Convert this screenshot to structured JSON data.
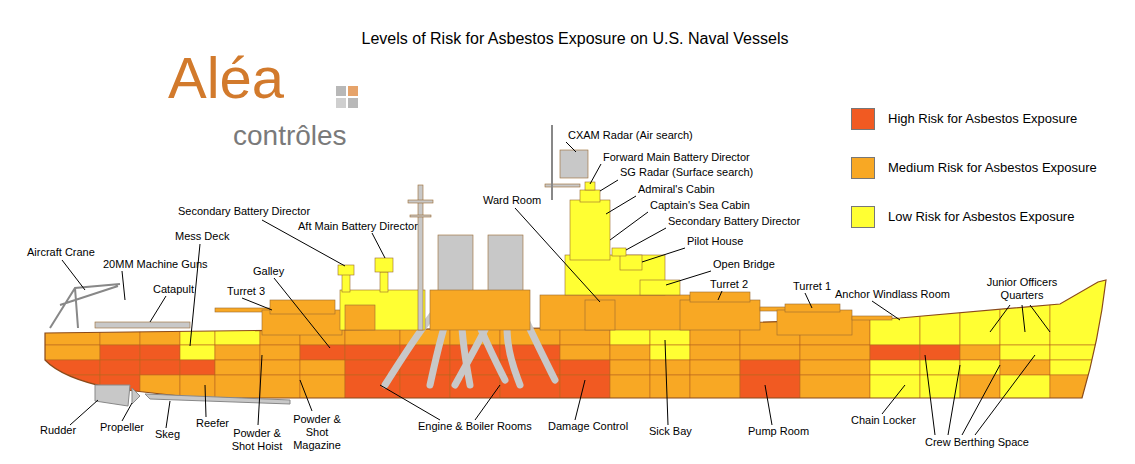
{
  "diagram": {
    "title": "Levels of Risk for Asbestos Exposure on U.S. Naval Vessels",
    "labels": [
      "Aléa",
      "contrôles",
      "CXAM Radar (Air search)",
      "Forward Main Battery Director",
      "SG Radar (Surface search)",
      "Admiral's Cabin",
      "Captain's Sea Cabin",
      "Secondary Battery Director",
      "Pilot House",
      "Open Bridge",
      "Ward Room",
      "Secondary Battery Director",
      "Aft Main Battery Director",
      "Mess Deck",
      "Aircraft Crane",
      "20MM Machine Guns",
      "Catapult",
      "Galley",
      "Turret 3",
      "Turret 2",
      "Turret 1",
      "Anchor Windlass Room",
      "Junior Officers Quarters",
      "Rudder",
      "Propeller",
      "Skeg",
      "Reefer",
      "Powder & Shot Hoist",
      "Powder & Shot Magazine",
      "Engine & Boiler Rooms",
      "Damage Control",
      "Sick Bay",
      "Pump Room",
      "Chain Locker",
      "Crew Berthing Space"
    ],
    "legend": [
      {
        "text": "High Risk for Asbestos Exposure",
        "color": "#f15a22"
      },
      {
        "text": "Medium Risk for Asbestos Exposure",
        "color": "#f8a824"
      },
      {
        "text": "Low Risk for Asbestos Exposure",
        "color": "#ffff33"
      }
    ]
  }
}
